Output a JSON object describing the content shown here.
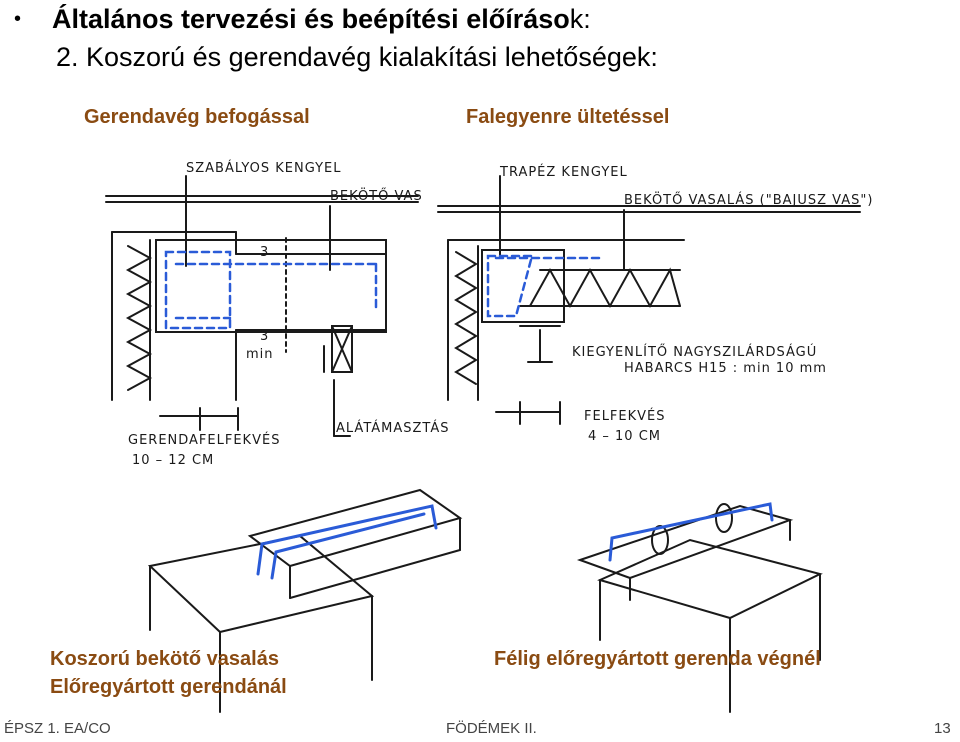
{
  "slide": {
    "title_main": "Általános tervezési és beépítési előíráso",
    "title_end": "k:",
    "subtitle": "2. Koszorú és gerendavég kialakítási lehetőségek:"
  },
  "left": {
    "caption": "Gerendavég befogással",
    "labels": {
      "stirrup": "SZABÁLYOS KENGYEL",
      "tie_bar": "BEKÖTŐ VAS",
      "dim_top": "3",
      "dim_bottom": "3",
      "dim_min": "min",
      "shoring": "ALÁTÁMASZTÁS",
      "bearing": "GERENDAFELFEKVÉS",
      "bearing_range": "10 – 12 CM"
    },
    "bottom_caption_line1": "Koszorú bekötő vasalás",
    "bottom_caption_line2": "Előregyártott gerendánál"
  },
  "right": {
    "caption": "Falegyenre ültetéssel",
    "labels": {
      "stirrup": "TRAPÉZ KENGYEL",
      "tie_bar": "BEKÖTŐ VASALÁS (\"BAJUSZ VAS\")",
      "mortar_line1": "KIEGYENLÍTŐ NAGYSZILÁRDSÁGÚ",
      "mortar_line2": "HABARCS H15 : min 10 mm",
      "bearing": "FELFEKVÉS",
      "bearing_range": "4 – 10 CM"
    },
    "bottom_caption": "Félig előregyártott gerenda végnél"
  },
  "footer": {
    "left": "ÉPSZ 1. EA/CO",
    "center": "FÖDÉMEK II.",
    "page": "13"
  },
  "colors": {
    "caption": "#8a4b12",
    "rebar": "#2a5bd7",
    "ink": "#1a1a1a"
  }
}
